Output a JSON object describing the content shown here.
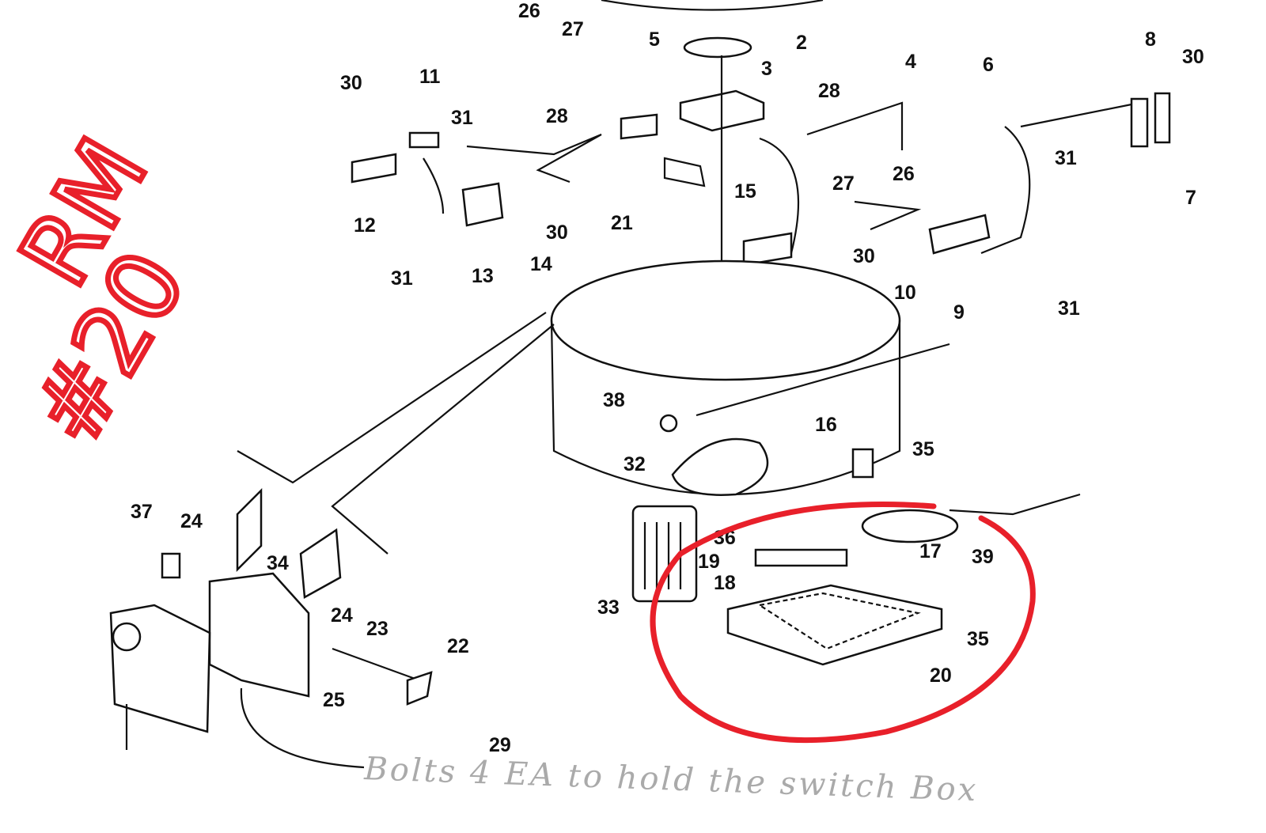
{
  "diagram": {
    "title_annotation": "RM #20",
    "handwritten_note": "Bolts 4 EA to hold the switch Box",
    "highlight_color": "#e8202a",
    "labels": [
      "26",
      "27",
      "5",
      "2",
      "3",
      "4",
      "6",
      "8",
      "30",
      "30",
      "11",
      "31",
      "28",
      "28",
      "27",
      "26",
      "15",
      "12",
      "30",
      "14",
      "31",
      "13",
      "21",
      "31",
      "7",
      "30",
      "10",
      "9",
      "31",
      "38",
      "16",
      "35",
      "32",
      "37",
      "24",
      "34",
      "36",
      "19",
      "17",
      "39",
      "18",
      "33",
      "24",
      "23",
      "22",
      "35",
      "20",
      "25",
      "29"
    ]
  }
}
